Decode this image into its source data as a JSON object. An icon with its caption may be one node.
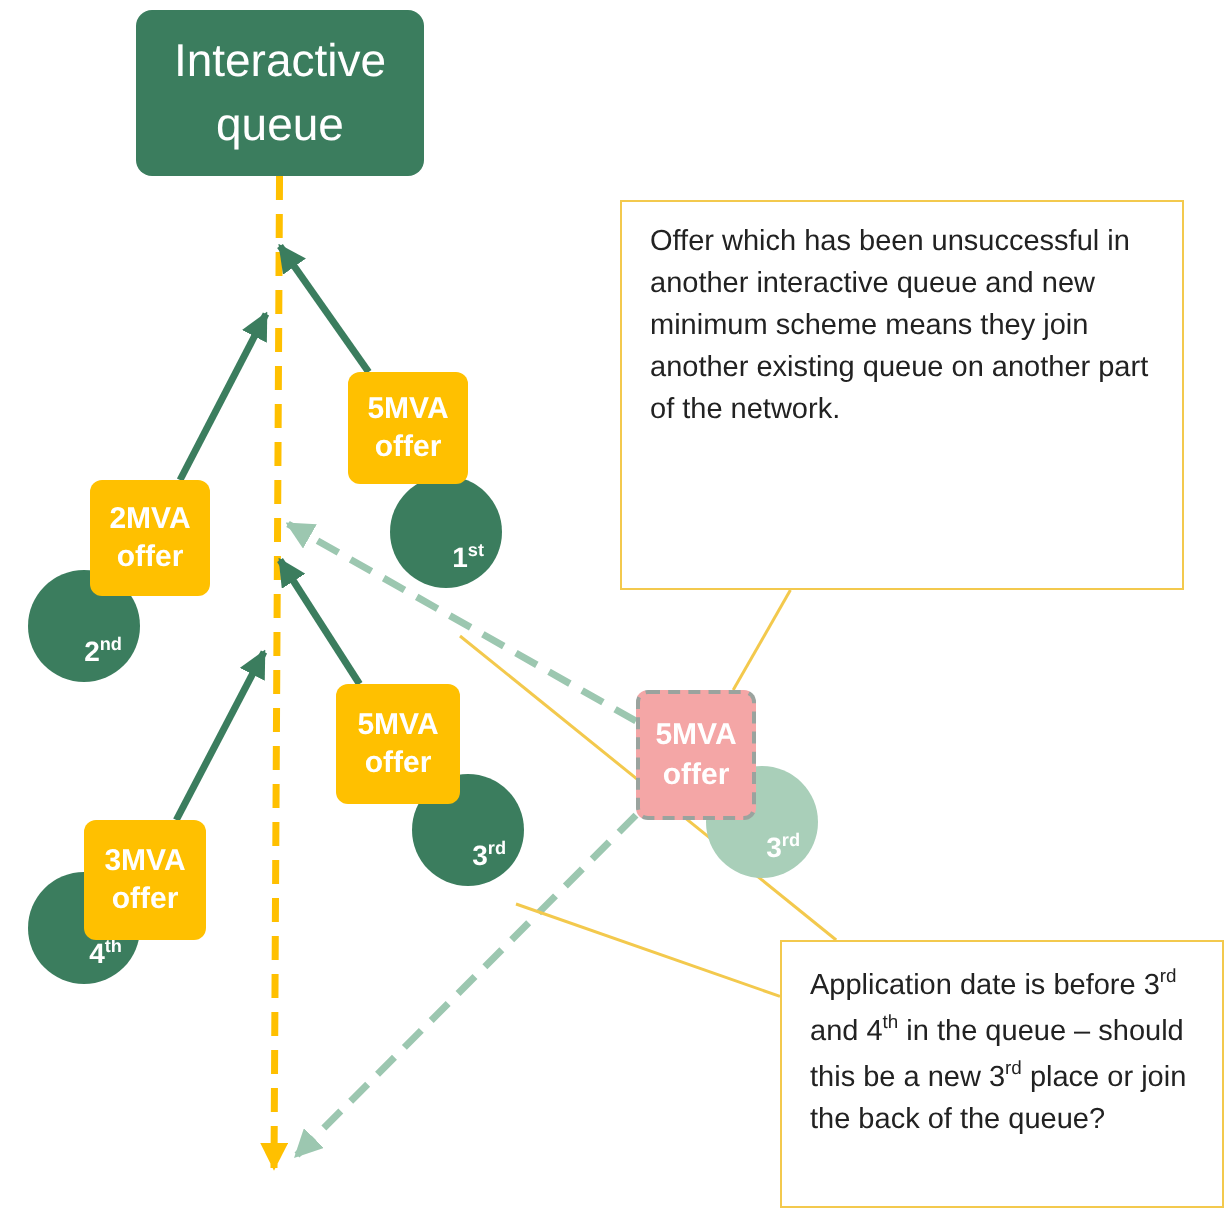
{
  "diagram": {
    "nodes": [
      {
        "text": [
          "Interactive queue"
        ]
      },
      {
        "text": [
          "5MVA offer"
        ]
      },
      {
        "text": [
          "1$^{st}$"
        ]
      },
      {
        "text": [
          "2MVA offer"
        ]
      },
      {
        "text": [
          "2$^{nd}$"
        ]
      },
      {
        "text": [
          "5MVA offer"
        ]
      },
      {
        "text": [
          "3$^{rd}$"
        ]
      },
      {
        "text": [
          "3MVA offer"
        ]
      },
      {
        "text": [
          "4$^{th}$"
        ]
      },
      {
        "text": [
          "5MVA offer"
        ]
      },
      {
        "text": [
          "3$^{rd}$"
        ]
      },
      {
        "text": [
          "Offer which has been unsuccessful in another interactive queue and new minimum scheme means they join another existing queue on another part of the network."
        ]
      },
      {
        "text": [
          "Application date is before 3$^{rd}$ and 4$^{th}$ in the queue – should this be a new 3$^{rd}$ place or join the back of the queue?"
        ]
      }
    ],
    "edges": [
      {
        "from": 0,
        "to": null,
        "arrow": "to",
        "style": "dashed",
        "color": "#ffc000"
      },
      {
        "from": 1,
        "to": null,
        "arrow": "to"
      },
      {
        "from": 3,
        "to": null,
        "arrow": "to"
      },
      {
        "from": 5,
        "to": null,
        "arrow": "to"
      },
      {
        "from": 7,
        "to": null,
        "arrow": "to"
      },
      {
        "from": 9,
        "to": null,
        "arrow": "to",
        "style": "dashed",
        "color": "#9cc7b0"
      },
      {
        "from": 9,
        "to": null,
        "arrow": "to",
        "style": "dashed",
        "color": "#9cc7b0"
      },
      {
        "from": 11,
        "to": 9,
        "arrow": "none",
        "color": "#f3c94d"
      },
      {
        "from": 12,
        "to": null,
        "arrow": "none",
        "color": "#f3c94d"
      },
      {
        "from": 12,
        "to": null,
        "arrow": "none",
        "color": "#f3c94d"
      }
    ]
  }
}
